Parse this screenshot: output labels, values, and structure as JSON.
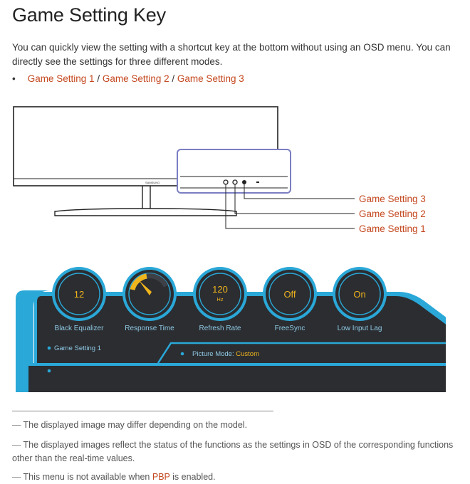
{
  "title": "Game Setting Key",
  "intro": "You can quickly view the setting with a shortcut key at the bottom without using an OSD menu. You can directly see the settings for three different modes.",
  "bullet": {
    "gs1": "Game Setting 1",
    "sep1": " / ",
    "gs2": "Game Setting 2",
    "sep2": " / ",
    "gs3": "Game Setting 3"
  },
  "monitor": {
    "brand": "SAMSUNG",
    "callouts": [
      "Game Setting 3",
      "Game Setting 2",
      "Game Setting 1"
    ]
  },
  "osd": {
    "dials": [
      {
        "value": "12",
        "unit": "",
        "label": "Black Equalizer"
      },
      {
        "value": "",
        "unit": "",
        "label": "Response Time"
      },
      {
        "value": "120",
        "unit": "Hz",
        "label": "Refresh Rate"
      },
      {
        "value": "Off",
        "unit": "",
        "label": "FreeSync"
      },
      {
        "value": "On",
        "unit": "",
        "label": "Low Input Lag"
      }
    ],
    "mode_label": "Game Setting 1",
    "picture_mode_label": "Picture Mode:",
    "picture_mode_value": " Custom",
    "colors": {
      "frame": "#2aa8d8",
      "panel": "#2b2d31",
      "accent": "#f0b41c"
    }
  },
  "notes": [
    {
      "text": "The displayed image may differ depending on the model."
    },
    {
      "text": "The displayed images reflect the status of the functions as the settings in OSD of the corresponding functions other than the real-time values."
    },
    {
      "before": "This menu is not available when ",
      "link": "PBP",
      "after": " is enabled."
    }
  ]
}
